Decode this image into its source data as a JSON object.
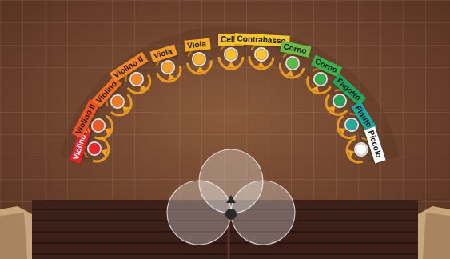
{
  "diagram": {
    "nodes": [
      {
        "text": [
          "Violino I"
        ]
      },
      {
        "text": [
          "Violino II"
        ]
      },
      {
        "text": [
          "Violino"
        ]
      },
      {
        "text": [
          "Violino II"
        ]
      },
      {
        "text": [
          "Viola"
        ]
      },
      {
        "text": [
          "Viola"
        ]
      },
      {
        "text": [
          "Cello"
        ]
      },
      {
        "text": [
          "Contrabasso"
        ]
      },
      {
        "text": [
          "Corno"
        ]
      },
      {
        "text": [
          "Corno"
        ]
      },
      {
        "text": [
          "Fagotto"
        ]
      },
      {
        "text": [
          "Flauto"
        ]
      },
      {
        "text": [
          "Piccolo"
        ]
      }
    ]
  }
}
